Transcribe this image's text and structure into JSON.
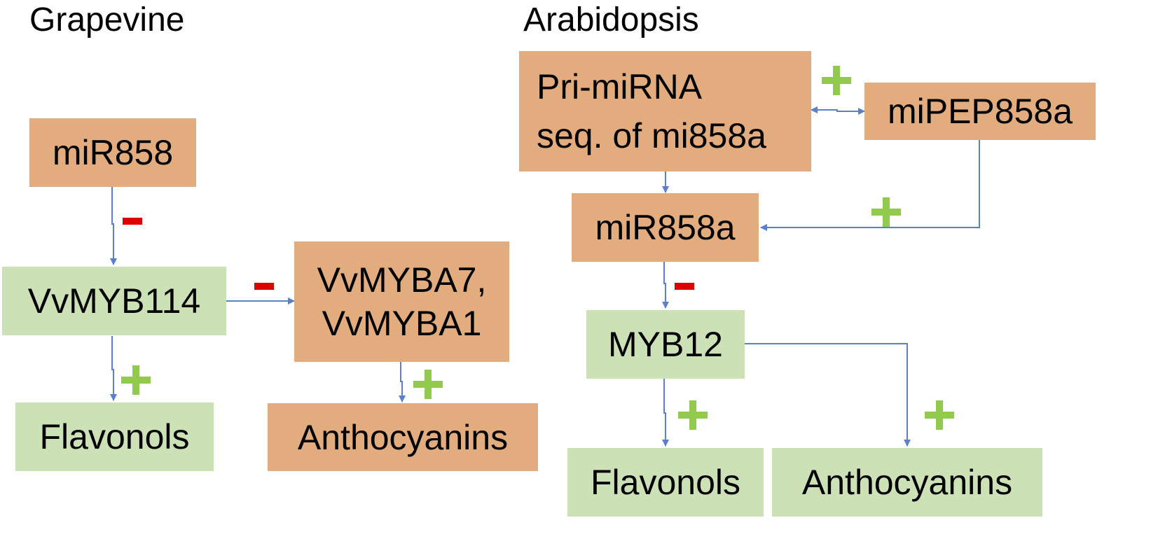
{
  "panels": {
    "left_title": "Grapevine",
    "right_title": "Arabidopsis"
  },
  "nodes": {
    "g_mir858": "miR858",
    "g_vvmyb114": "VvMYB114",
    "g_vvmyba": "VvMYBA7,\nVvMYBA1",
    "g_flavonols": "Flavonols",
    "g_anthocyanins": "Anthocyanins",
    "a_primirna": "Pri-miRNA\nseq. of mi858a",
    "a_mipep": "miPEP858a",
    "a_mir858a": "miR858a",
    "a_myb12": "MYB12",
    "a_flavonols": "Flavonols",
    "a_anthocyanins": "Anthocyanins"
  },
  "colors": {
    "orange_box": "#E2AC7F",
    "green_box": "#CDE1B6",
    "arrow": "#5B7FCB",
    "plus": "#92C94F",
    "minus": "#DD0000"
  },
  "edges": [
    {
      "from": "miR858",
      "to": "VvMYB114",
      "effect": "minus"
    },
    {
      "from": "VvMYB114",
      "to": "VvMYBA7, VvMYBA1",
      "effect": "minus"
    },
    {
      "from": "VvMYB114",
      "to": "Flavonols",
      "effect": "plus"
    },
    {
      "from": "VvMYBA7, VvMYBA1",
      "to": "Anthocyanins",
      "effect": "plus"
    },
    {
      "from": "Pri-miRNA seq. of mi858a",
      "to": "miPEP858a",
      "effect": "plus",
      "bidirectional": true
    },
    {
      "from": "Pri-miRNA seq. of mi858a",
      "to": "miR858a",
      "effect": "none"
    },
    {
      "from": "miPEP858a",
      "to": "miR858a",
      "effect": "plus"
    },
    {
      "from": "miR858a",
      "to": "MYB12",
      "effect": "minus"
    },
    {
      "from": "MYB12",
      "to": "Flavonols",
      "effect": "plus"
    },
    {
      "from": "MYB12",
      "to": "Anthocyanins",
      "effect": "plus"
    }
  ]
}
